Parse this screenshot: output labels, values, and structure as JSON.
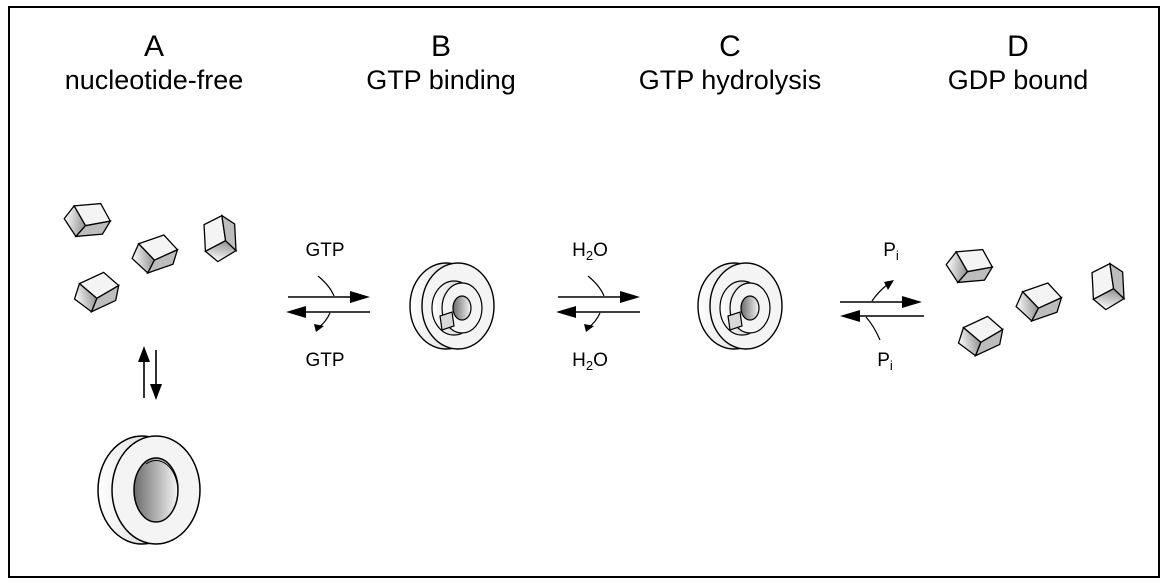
{
  "stages": [
    {
      "letter": "A",
      "label": "nucleotide-free"
    },
    {
      "letter": "B",
      "label": "GTP binding"
    },
    {
      "letter": "C",
      "label": "GTP hydrolysis"
    },
    {
      "letter": "D",
      "label": "GDP bound"
    }
  ],
  "reactions": {
    "ab": {
      "top": "GTP",
      "bottom": "GTP"
    },
    "bc": {
      "top_main": "H",
      "top_sub": "2",
      "top_rest": "O",
      "bottom_main": "H",
      "bottom_sub": "2",
      "bottom_rest": "O"
    },
    "cd": {
      "top_main": "P",
      "top_sub": "i",
      "bottom_main": "P",
      "bottom_sub": "i"
    }
  },
  "colors": {
    "stroke": "#000000",
    "fill_light": "#f2f2f2",
    "fill_dark": "#8a8a8a"
  }
}
